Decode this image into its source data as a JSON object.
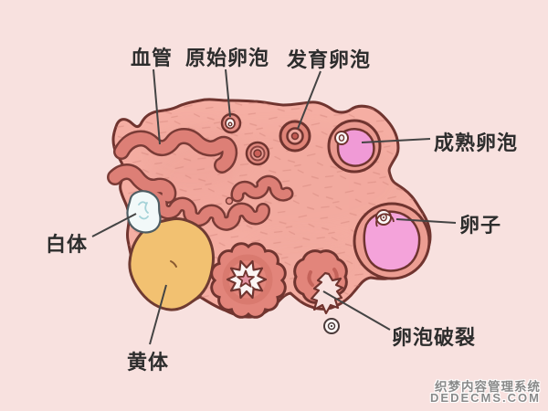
{
  "labels": {
    "blood_vessel": "血管",
    "primordial_follicle": "原始卵泡",
    "developing_follicle": "发育卵泡",
    "mature_follicle": "成熟卵泡",
    "egg": "卵子",
    "corpus_albicans": "白体",
    "corpus_luteum": "黄体",
    "follicle_rupture": "卵泡破裂"
  },
  "watermark": {
    "line1": "织梦内容管理系统",
    "line2": "DEDECMS.COM"
  },
  "colors": {
    "background": "#f8e1df",
    "ovary_fill": "#f5aea3",
    "ovary_outline": "#70342f",
    "vessel_fill": "#dd7f76",
    "corpus_luteum_fill": "#f2c171",
    "follicle_pink": "#f4a3da",
    "corpus_albicans_fill": "#f2f9f9",
    "label_text": "#2d2d2d",
    "leader_line": "#444444",
    "watermark_text": "#898989"
  }
}
